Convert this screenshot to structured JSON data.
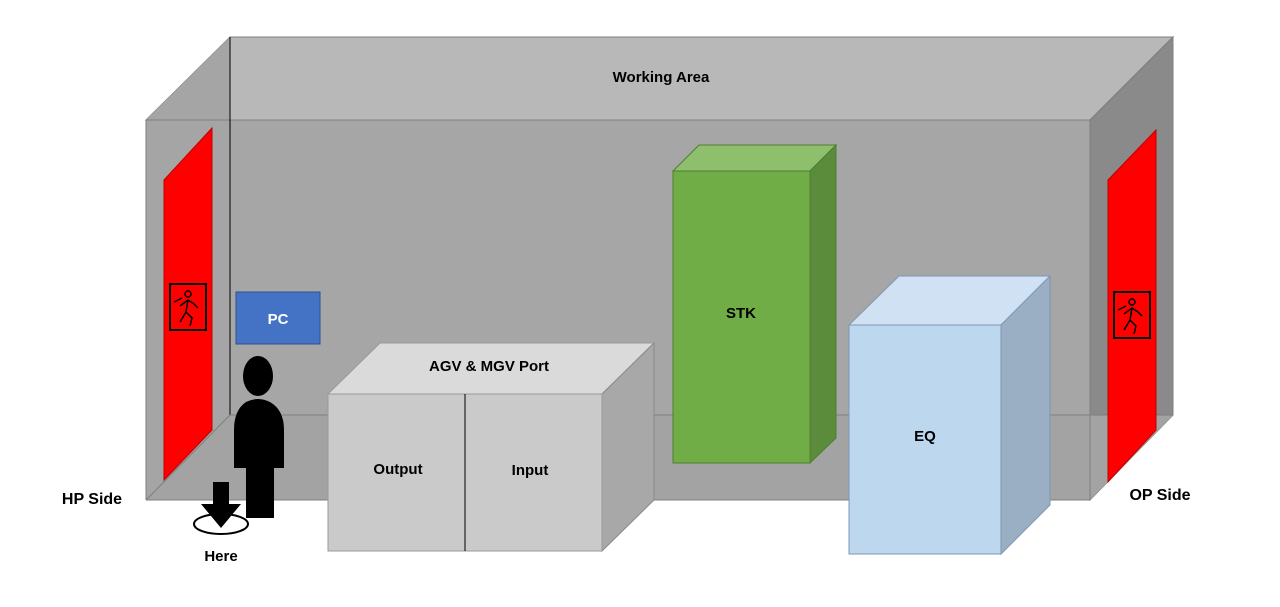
{
  "room": {
    "title": "Working Area",
    "colors": {
      "top": "#b8b8b8",
      "back": "#a6a6a6",
      "right_wall": "#8a8a8a",
      "floor": "#a3a3a3",
      "left_wall": "#a5a5a5"
    }
  },
  "sides": {
    "left": "HP Side",
    "right": "OP Side"
  },
  "doors": {
    "color": "#ff0000",
    "icon": "emergency-exit-icon"
  },
  "pc": {
    "label": "PC",
    "color": "#4472c4"
  },
  "port": {
    "title": "AGV & MGV Port",
    "left_label": "Output",
    "right_label": "Input",
    "colors": {
      "front": "#cacaca",
      "top": "#dadada",
      "side": "#a8a8a8"
    }
  },
  "stk": {
    "label": "STK",
    "colors": {
      "front": "#70ad47",
      "top": "#8dbf6c",
      "side": "#5a8c3b"
    }
  },
  "eq": {
    "label": "EQ",
    "colors": {
      "front": "#bdd7ee",
      "top": "#cfe1f3",
      "side": "#9aaec4"
    }
  },
  "here": {
    "label": "Here",
    "icon": "down-arrow-icon"
  }
}
